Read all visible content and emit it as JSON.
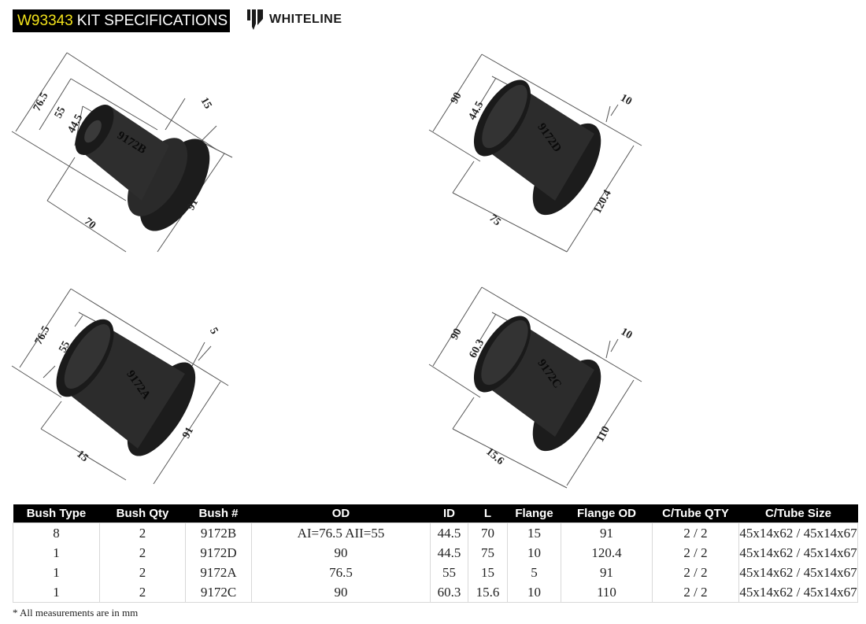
{
  "header": {
    "kit_code": "W93343",
    "title_suffix": "KIT SPECIFICATIONS",
    "brand_name": "WHITELINE",
    "colors": {
      "title_bg": "#000000",
      "kit_code": "#f2e21a",
      "title_text": "#ffffff"
    }
  },
  "drawings": [
    {
      "part": "9172B",
      "dims": {
        "od_outer": "76.5",
        "od_inner": "55",
        "id": "44.5",
        "flange": "15",
        "flange_od": "91",
        "length": "70"
      }
    },
    {
      "part": "9172D",
      "dims": {
        "od": "90",
        "id": "44.5",
        "flange": "10",
        "flange_od": "120.4",
        "length": "75"
      }
    },
    {
      "part": "9172A",
      "dims": {
        "od": "76.5",
        "id": "55",
        "flange": "5",
        "flange_od": "91",
        "length": "15"
      }
    },
    {
      "part": "9172C",
      "dims": {
        "od": "90",
        "id": "60.3",
        "flange": "10",
        "flange_od": "110",
        "length": "15.6"
      }
    }
  ],
  "table": {
    "headers": [
      "Bush Type",
      "Bush Qty",
      "Bush #",
      "OD",
      "ID",
      "L",
      "Flange",
      "Flange OD",
      "C/Tube QTY",
      "C/Tube Size"
    ],
    "rows": [
      [
        "8",
        "2",
        "9172B",
        "AI=76.5 AII=55",
        "44.5",
        "70",
        "15",
        "91",
        "2 / 2",
        "45x14x62 / 45x14x67"
      ],
      [
        "1",
        "2",
        "9172D",
        "90",
        "44.5",
        "75",
        "10",
        "120.4",
        "2 / 2",
        "45x14x62 / 45x14x67"
      ],
      [
        "1",
        "2",
        "9172A",
        "76.5",
        "55",
        "15",
        "5",
        "91",
        "2 / 2",
        "45x14x62 / 45x14x67"
      ],
      [
        "1",
        "2",
        "9172C",
        "90",
        "60.3",
        "15.6",
        "10",
        "110",
        "2 / 2",
        "45x14x62 / 45x14x67"
      ]
    ]
  },
  "footnote": "* All measurements are in mm"
}
